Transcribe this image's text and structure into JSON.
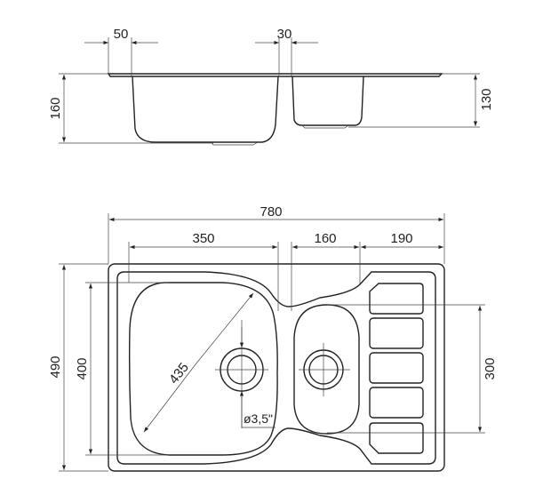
{
  "drawing": {
    "side_view": {
      "dims": {
        "rim_left": "50",
        "divider": "30",
        "depth_large": "160",
        "depth_small": "130"
      }
    },
    "plan_view": {
      "dims": {
        "overall_width": "780",
        "large_bowl_width": "350",
        "small_bowl_width": "160",
        "drainer_width": "190",
        "overall_depth": "490",
        "large_bowl_depth": "400",
        "small_bowl_depth": "300",
        "large_bowl_diagonal": "435",
        "drain_diameter": "ø3,5\""
      },
      "drainer_grooves": 5
    },
    "line_color": "#222222"
  }
}
